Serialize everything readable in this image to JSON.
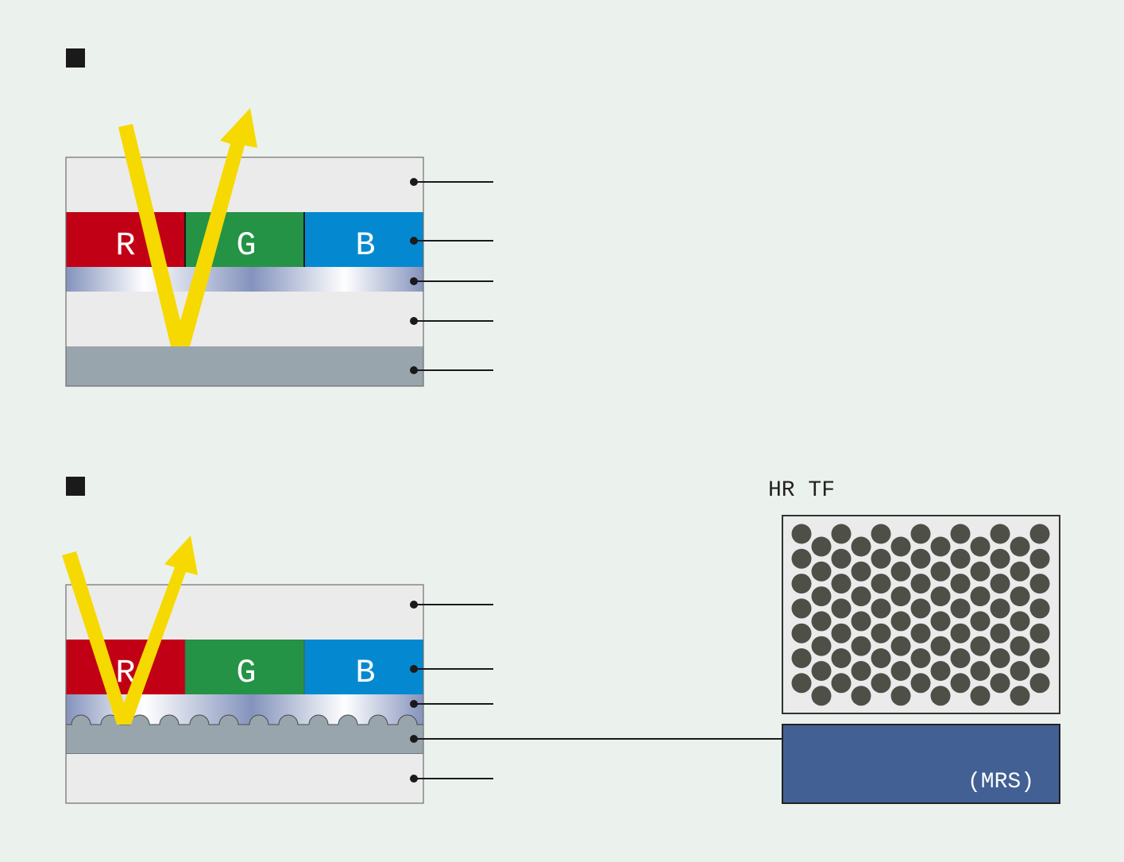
{
  "colors": {
    "background": "#ebf1ed",
    "layer_light": "#ebebeb",
    "layer_gray": "#99a5ad",
    "red": "#c10016",
    "green": "#249346",
    "blue": "#0489d1",
    "arrow": "#f6d900",
    "particle": "#4e5048",
    "mrs_box": "#426094",
    "metal_dark": "#8493bd",
    "metal_light": "#ffffff"
  },
  "section_markers": [
    {
      "name": "diagram-1-marker",
      "icon": "black-square-icon"
    },
    {
      "name": "diagram-2-marker",
      "icon": "black-square-icon"
    }
  ],
  "diagram1": {
    "filters": {
      "r": "R",
      "g": "G",
      "b": "B"
    },
    "leader_count": 5,
    "arrow_icon": "reflected-light-arrow-icon"
  },
  "diagram2": {
    "filters": {
      "r": "R",
      "g": "G",
      "b": "B"
    },
    "leader_count": 5,
    "arrow_icon": "reflected-light-arrow-icon",
    "inset_title": "HR TF",
    "inset_box_label": "(MRS)",
    "particle_icon": "particle-circle-icon"
  }
}
